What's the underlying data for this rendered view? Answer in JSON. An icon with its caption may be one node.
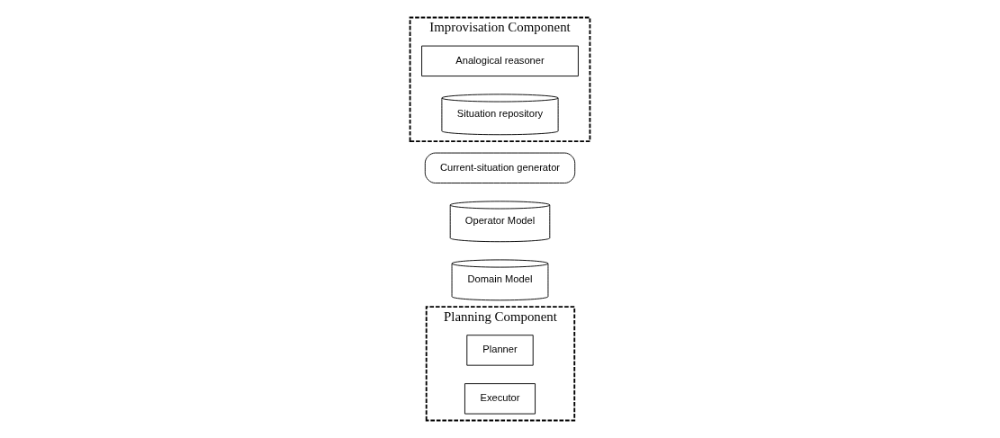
{
  "diagram": {
    "nodes": [
      {
        "text": [
          "Planning Component"
        ]
      },
      {
        "text": [
          "Planner"
        ],
        "in": 0
      },
      {
        "text": [
          "Executor"
        ],
        "in": 0
      },
      {
        "text": [
          "Domain Model"
        ]
      },
      {
        "text": [
          "Operator Model"
        ]
      },
      {
        "text": [
          "Current-situation generator"
        ]
      },
      {
        "text": [
          "Improvisation Component"
        ]
      },
      {
        "text": [
          "Analogical reasoner"
        ],
        "in": 6
      },
      {
        "text": [
          "Situation repository"
        ],
        "in": 6
      }
    ]
  }
}
